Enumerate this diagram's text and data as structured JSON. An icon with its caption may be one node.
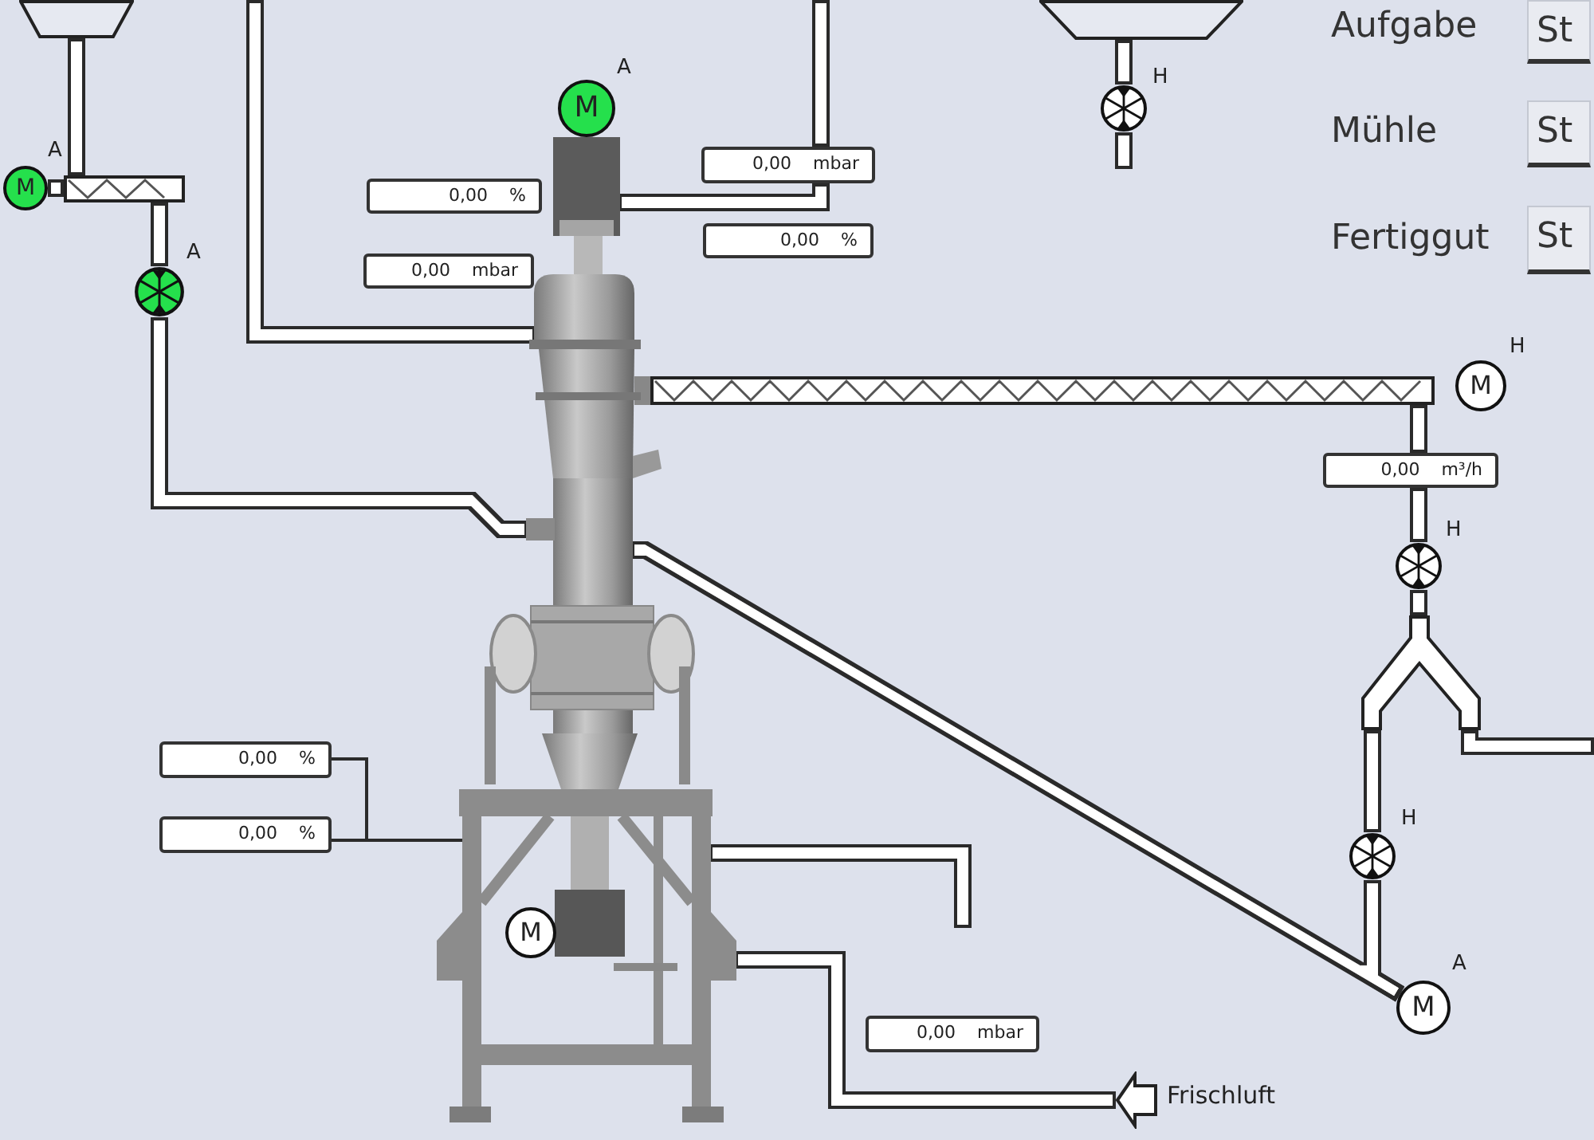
{
  "diagram": {
    "nodes": [
      {
        "text": [],
        "shape": "trapezoid"
      },
      {
        "text": [],
        "shape": "trapezoid"
      },
      {
        "text": [],
        "shape": "circle",
        "beside": [
          "H"
        ]
      },
      {
        "text": [
          "M"
        ],
        "beside": [
          "A"
        ]
      },
      {
        "text": [
          "0,00 mbar"
        ]
      },
      {
        "text": [
          "M"
        ],
        "beside": [
          "A"
        ]
      },
      {
        "text": [],
        "shape": "bar"
      },
      {
        "text": [
          "0,00 %"
        ]
      },
      {
        "text": [
          "0,00 %"
        ]
      },
      {
        "text": [
          "0,00 mbar"
        ]
      },
      {
        "text": [],
        "shape": "circle",
        "beside": [
          "A"
        ]
      },
      {
        "text": [],
        "shape": "picture"
      },
      {
        "text": [],
        "shape": "bar"
      },
      {
        "text": [
          "M"
        ],
        "beside": [
          "H"
        ]
      },
      {
        "text": [
          "0,00 m³/h"
        ]
      },
      {
        "text": [],
        "shape": "circle",
        "beside": [
          "H"
        ]
      },
      {
        "text": [],
        "shape": "fork"
      },
      {
        "text": [
          "0,00 %"
        ]
      },
      {
        "text": [
          "0,00 %"
        ]
      },
      {
        "text": [],
        "shape": "circle",
        "beside": [
          "H"
        ]
      },
      {
        "text": [
          "M"
        ],
        "in": 11
      },
      {
        "text": [
          "M"
        ],
        "beside": [
          "A"
        ]
      },
      {
        "text": [
          "0,00 mbar"
        ]
      },
      {
        "text": [],
        "shape": "arrow",
        "beside": [
          "Frischluft"
        ]
      }
    ],
    "edges": [
      {
        "from": 0,
        "to": 6,
        "arrow": "none"
      },
      {
        "from": 5,
        "to": 6,
        "arrow": "none"
      },
      {
        "from": 6,
        "to": 10,
        "arrow": "none"
      },
      {
        "from": 10,
        "to": 11,
        "arrow": "none"
      },
      {
        "from": null,
        "to": 11,
        "arrow": "none"
      },
      {
        "from": null,
        "to": 4,
        "arrow": "none"
      },
      {
        "from": 4,
        "to": 11,
        "arrow": "none"
      },
      {
        "from": 12,
        "to": 14,
        "arrow": "none"
      },
      {
        "from": 14,
        "to": 15,
        "arrow": "none"
      },
      {
        "from": 15,
        "to": 16,
        "arrow": "none"
      },
      {
        "from": 16,
        "to": 19,
        "arrow": "none"
      },
      {
        "from": 16,
        "to": null,
        "arrow": "none"
      },
      {
        "from": 19,
        "to": 21,
        "arrow": "none"
      },
      {
        "from": 11,
        "to": 21,
        "arrow": "none"
      },
      {
        "from": 17,
        "to": 11,
        "arrow": "none"
      },
      {
        "from": 18,
        "to": 11,
        "arrow": "none"
      },
      {
        "from": 11,
        "to": null,
        "arrow": "none"
      },
      {
        "from": 11,
        "to": 23,
        "arrow": "none"
      },
      {
        "from": 1,
        "to": 2,
        "arrow": "none"
      },
      {
        "from": 2,
        "to": null,
        "arrow": "none"
      }
    ],
    "labels": [
      "Aufgabe",
      "St",
      "Mühle",
      "St",
      "Fertiggut",
      "St"
    ]
  }
}
